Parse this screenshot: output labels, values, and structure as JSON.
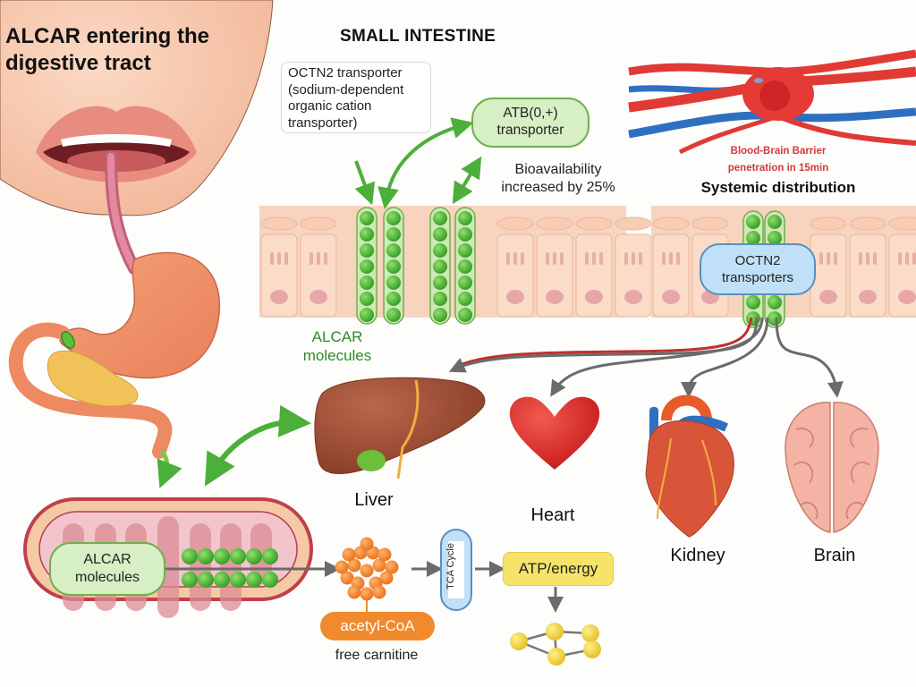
{
  "header": {
    "title": "ALCAR entering the digestive tract",
    "section_title": "SMALL INTESTINE"
  },
  "small_intestine": {
    "octn2_label": "OCTN2 transporter (sodium-dependent organic cation transporter)",
    "atb_label_line1": "ATB(0,+)",
    "atb_label_line2": "transporter",
    "bioavailability_line1": "Bioavailability",
    "bioavailability_line2": "increased by 25%",
    "alcar_line1": "ALCAR",
    "alcar_line2": "molecules"
  },
  "systemic": {
    "bbb_line1": "Blood-Brain Barrier",
    "bbb_line2": "penetration in 15min",
    "title": "Systemic distribution",
    "octn2_line1": "OCTN2",
    "octn2_line2": "transporters"
  },
  "organs": {
    "liver": "Liver",
    "heart": "Heart",
    "kidney": "Kidney",
    "brain": "Brain"
  },
  "mitochondria": {
    "alcar_line1": "ALCAR",
    "alcar_line2": "molecules",
    "acetyl_coa": "acetyl-CoA",
    "free_carnitine": "free carnitine",
    "tca_cycle": "TCA Cycle",
    "atp": "ATP/energy"
  },
  "colors": {
    "transporter_green": "#5cbf3a",
    "arrow_green": "#4caf3a",
    "arrow_gray": "#6b6b6b",
    "artery_red": "#e03a35",
    "vein_blue": "#2f6fc0",
    "bbb_text": "#d23a3a",
    "acetyl_orange": "#f08a2c",
    "atp_yellow": "#f7e26a",
    "tca_blue": "#bfe0f6"
  }
}
